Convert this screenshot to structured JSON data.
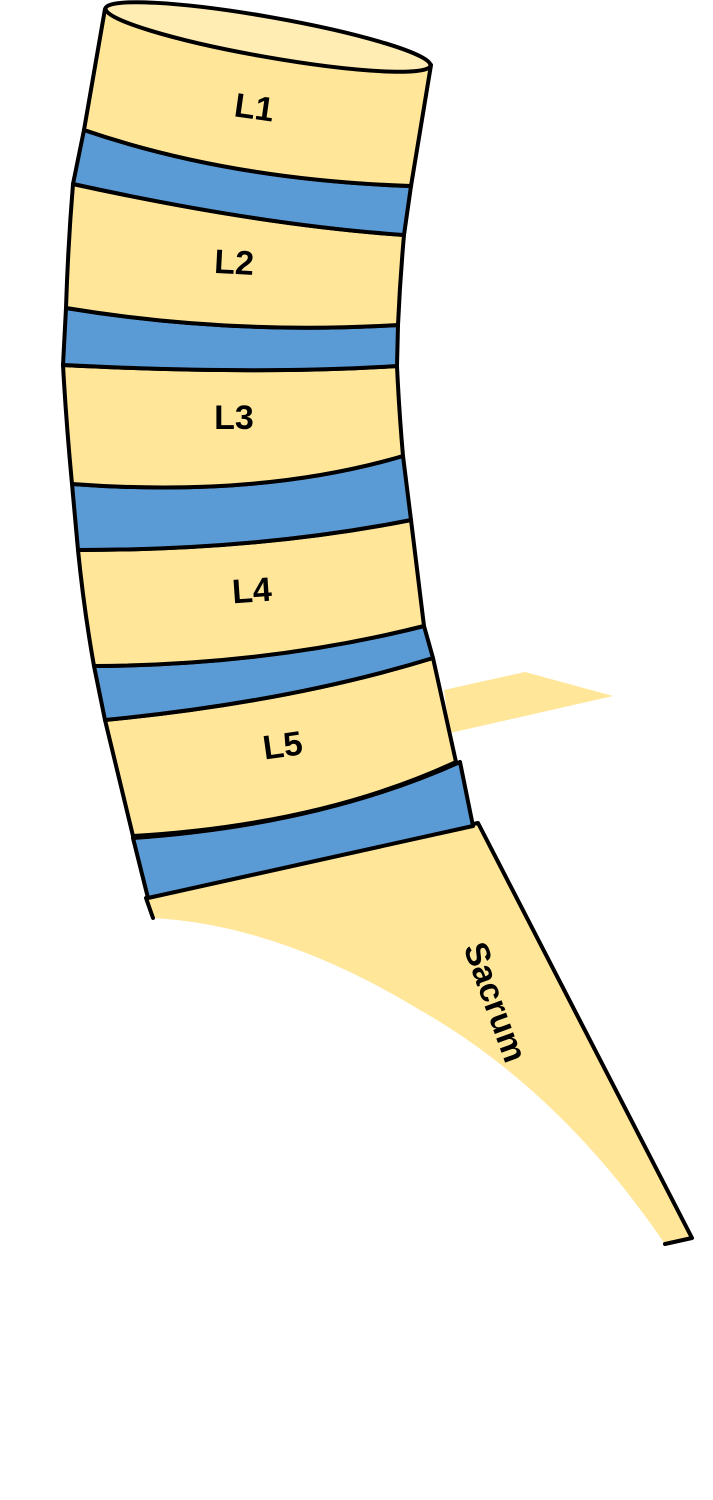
{
  "colors": {
    "bone": "#FFE699",
    "bone_top": "#FFEDB3",
    "disc": "#5B9BD5",
    "outline": "#000000",
    "background": "#FFFFFF"
  },
  "labels": {
    "l1": "L1",
    "l2": "L2",
    "l3": "L3",
    "l4": "L4",
    "l5": "L5",
    "sacrum": "Sacrum"
  }
}
